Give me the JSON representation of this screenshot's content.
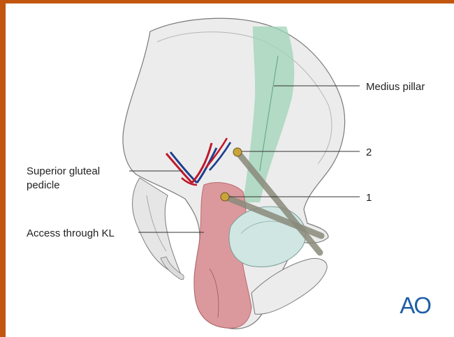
{
  "labels": {
    "medius_pillar": "Medius pillar",
    "screw_2": "2",
    "screw_1": "1",
    "superior_gluteal_line1": "Superior gluteal",
    "superior_gluteal_line2": "pedicle",
    "access_kl": "Access through KL"
  },
  "logo": "AO",
  "colors": {
    "frame": "#c2560f",
    "bone": "#ececec",
    "bone_outline": "#7a7a7a",
    "pillar": "#9fd4b8",
    "access_region": "#d98b8f",
    "acetabulum": "#cfe6e2",
    "artery": "#c0182b",
    "vein": "#1d3f8f",
    "screw_head": "#c9a43a",
    "screw_shaft": "#8a8a7a",
    "logo": "#1f5fa6"
  }
}
